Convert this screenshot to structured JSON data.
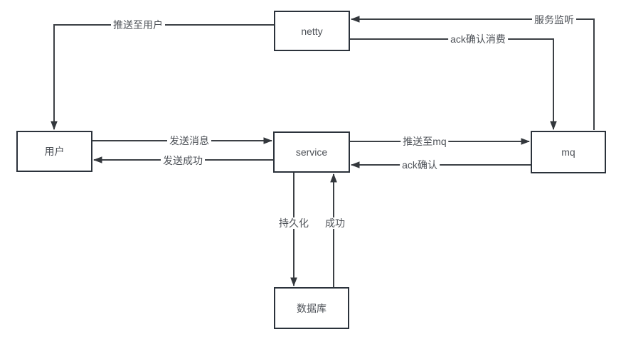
{
  "diagram": {
    "background_color": "#ffffff",
    "line_color": "#3c4045",
    "box_border_color": "#2b323b",
    "text_color": "#4d5157",
    "nodes": {
      "netty": {
        "label": "netty"
      },
      "user": {
        "label": "用户"
      },
      "service": {
        "label": "service"
      },
      "mq": {
        "label": "mq"
      },
      "database": {
        "label": "数据库"
      }
    },
    "edges": {
      "push_to_user": {
        "label": "推送至用户",
        "from": "netty",
        "to": "user"
      },
      "service_listen": {
        "label": "服务监听",
        "from": "mq",
        "to": "netty"
      },
      "ack_consume": {
        "label": "ack确认消费",
        "from": "netty",
        "to": "mq"
      },
      "send_message": {
        "label": "发送消息",
        "from": "user",
        "to": "service"
      },
      "send_success": {
        "label": "发送成功",
        "from": "service",
        "to": "user"
      },
      "push_to_mq": {
        "label": "推送至mq",
        "from": "service",
        "to": "mq"
      },
      "ack_confirm": {
        "label": "ack确认",
        "from": "mq",
        "to": "service"
      },
      "persist": {
        "label": "持久化",
        "from": "service",
        "to": "database"
      },
      "success": {
        "label": "成功",
        "from": "database",
        "to": "service"
      }
    }
  }
}
